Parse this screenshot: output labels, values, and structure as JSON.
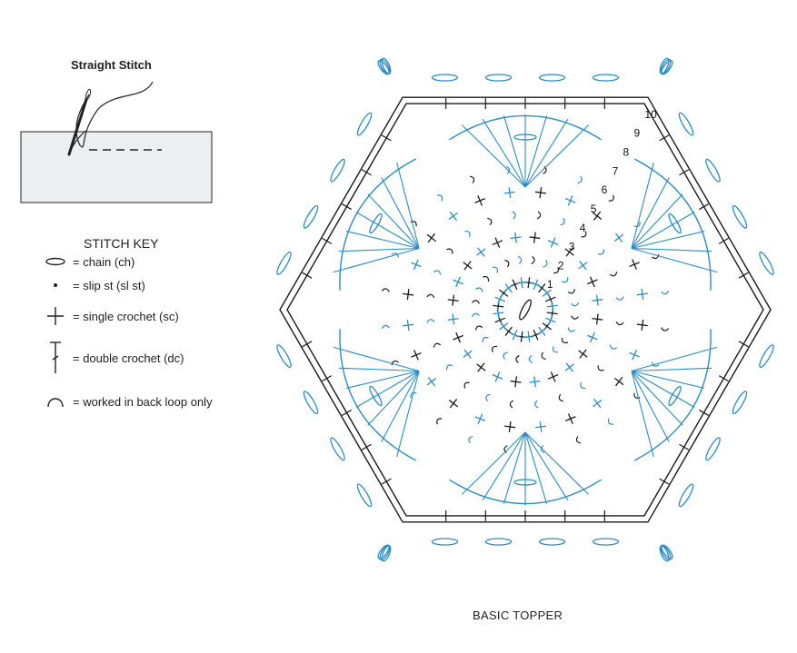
{
  "illustration": {
    "title": "Straight Stitch",
    "needle_icon": "needle-icon"
  },
  "stitch_key": {
    "title": "STITCH KEY",
    "items": [
      {
        "symbol": "chain-icon",
        "label": "= chain (ch)"
      },
      {
        "symbol": "slip-stitch-icon",
        "label": "= slip st (sl st)"
      },
      {
        "symbol": "single-crochet-icon",
        "label": "= single crochet (sc)"
      },
      {
        "symbol": "double-crochet-icon",
        "label": "= double crochet (dc)"
      },
      {
        "symbol": "back-loop-icon",
        "label": "= worked in back loop only"
      }
    ]
  },
  "diagram": {
    "title": "BASIC TOPPER",
    "round_numbers": [
      "1",
      "2",
      "3",
      "4",
      "5",
      "6",
      "7",
      "8",
      "9",
      "10"
    ],
    "colors": {
      "black": "#1a1a1a",
      "blue": "#2b8cc4",
      "panel": "#eceef2"
    }
  }
}
